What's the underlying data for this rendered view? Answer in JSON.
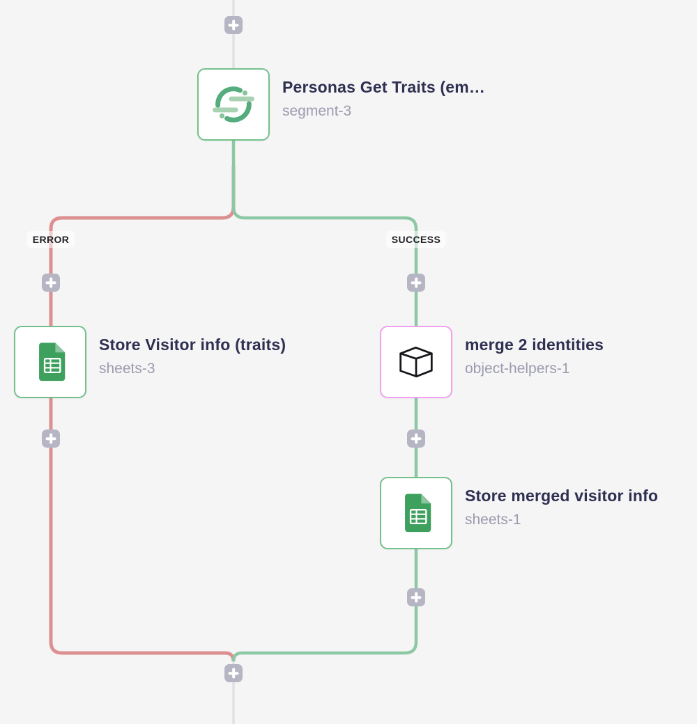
{
  "flow": {
    "branch_labels": {
      "error": "ERROR",
      "success": "SUCCESS"
    },
    "nodes": [
      {
        "title": "Personas Get Traits (em…",
        "subtitle": "segment-3",
        "icon": "segment-icon"
      },
      {
        "title": "Store Visitor info (traits)",
        "subtitle": "sheets-3",
        "icon": "google-sheets-icon"
      },
      {
        "title": "merge 2 identities",
        "subtitle": "object-helpers-1",
        "icon": "cube-icon"
      },
      {
        "title": "Store merged visitor info",
        "subtitle": "sheets-1",
        "icon": "google-sheets-icon"
      }
    ]
  },
  "colors": {
    "page_bg": "#F5F5F6",
    "error_line": "#DD9090",
    "success_line": "#8CC8A3",
    "neutral_line": "#E0E0E6",
    "plus_bg": "#B5B5C4",
    "plus_glyph": "#FFFFFF",
    "node_bg": "#FFFFFF",
    "node_border_green": "#74C08B",
    "node_border_pink": "#F0A2EF",
    "title_text": "#2F2F51",
    "subtitle_text": "#9B9BAF",
    "branch_label_text": "#222228",
    "segment_arc": "#55AC7C",
    "segment_bar": "#A9D2B3",
    "segment_dot": "#87C59C",
    "sheets_body": "#3EA05D",
    "sheets_flap": "#8CC6A0",
    "sheets_grid": "#FFFFFF",
    "cube_stroke": "#17171B"
  }
}
